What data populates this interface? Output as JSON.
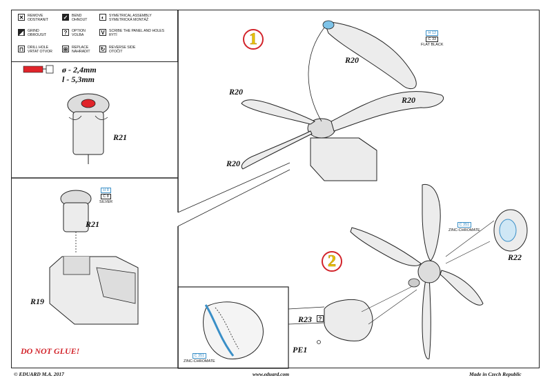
{
  "legend": {
    "items": [
      {
        "icon": "remove-icon",
        "glyph": "✕",
        "dark": false,
        "text": "REMOVE\nODSTRANIT"
      },
      {
        "icon": "bend-icon",
        "glyph": "✓",
        "dark": true,
        "text": "BEND\nOHNOUT"
      },
      {
        "icon": "symmetrical-icon",
        "glyph": "◐",
        "dark": false,
        "text": "SYMETRICAL ASSEMBLY\nSYMETRICKÁ MONTÁŽ"
      },
      {
        "icon": "grind-icon",
        "glyph": "◢",
        "dark": true,
        "text": "GRIND\nOBROUSIT"
      },
      {
        "icon": "option-icon",
        "glyph": "?",
        "dark": false,
        "text": "OPTION\nVOLBA"
      },
      {
        "icon": "scribe-icon",
        "glyph": "V",
        "dark": false,
        "text": "SCRIBE THE PANEL AND HOLES\nRYTÍ"
      },
      {
        "icon": "drill-icon",
        "glyph": "⊓",
        "dark": false,
        "text": "DRILL HOLE\nVRTAT OTVOR"
      },
      {
        "icon": "replace-icon",
        "glyph": "⊞",
        "dark": false,
        "text": "REPLACE\nNAHRADIT"
      },
      {
        "icon": "reverse-icon",
        "glyph": "↻",
        "dark": false,
        "text": "REVERSE SIDE\nOTOČIT"
      }
    ]
  },
  "drill_spec": {
    "diameter": "ø - 2,4mm",
    "length": "l - 5,3mm",
    "color": "#e0242a"
  },
  "parts": {
    "r21_top": "R21",
    "r21_mid": "R21",
    "r19": "R19",
    "r20_a": "R20",
    "r20_b": "R20",
    "r20_c": "R20",
    "r20_d": "R20",
    "r22": "R22",
    "r23": "R23",
    "pe1": "PE1"
  },
  "colors": {
    "flat_black": {
      "code1": "H 12",
      "code2": "C 33",
      "name": "FLAT BLACK"
    },
    "silver": {
      "code1": "H 8",
      "code2": "C 8",
      "name": "SILVER"
    },
    "zinc_r22": {
      "code": "C 351",
      "name": "ZINC-CHROMATE"
    },
    "zinc_pe1": {
      "code": "C 351",
      "name": "ZINC-CHROMATE"
    }
  },
  "steps": {
    "one": "1",
    "two": "2"
  },
  "option_glyph": "?",
  "warning": "DO NOT GLUE!",
  "footer": {
    "copyright": "© EDUARD  M.A. 2017",
    "website": "www.eduard.com",
    "made_in": "Made in Czech Republic"
  }
}
